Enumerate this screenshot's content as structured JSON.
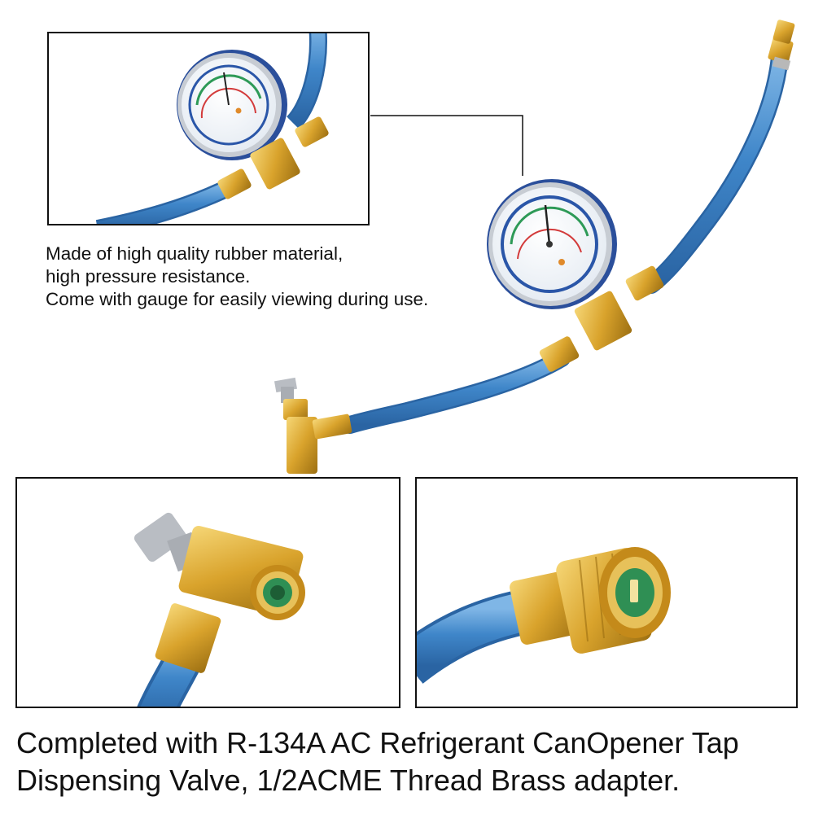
{
  "description": {
    "line1": "Made of high quality rubber material,",
    "line2": "high pressure resistance.",
    "line3": "Come with gauge for easily viewing during use."
  },
  "caption": {
    "line1": "Completed with R-134A AC Refrigerant CanOpener Tap",
    "line2": "Dispensing Valve, 1/2ACME Thread Brass adapter."
  },
  "colors": {
    "hose": "#3f86c9",
    "brass": "#d9a32c",
    "gauge_body": "#2b4f9b",
    "seal": "#2f8f54",
    "border": "#111111"
  },
  "icons": [
    "gauge-icon",
    "hose-icon",
    "brass-fitting-icon",
    "tap-valve-icon",
    "adapter-icon"
  ]
}
